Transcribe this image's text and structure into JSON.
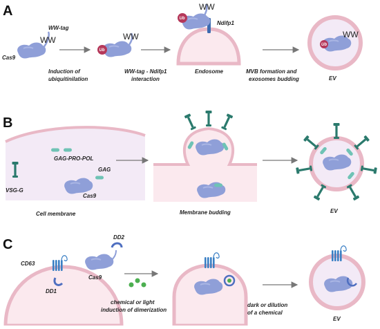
{
  "panels": {
    "a": {
      "letter": "A",
      "cas9": "Cas9",
      "ww_tag": "WW-tag",
      "ww": "WW",
      "ub": "Ub",
      "ndifp1": "Ndifp1",
      "step1": [
        "Induction of",
        "ubiquitinilation"
      ],
      "step2": [
        "WW-tag - Ndifp1",
        "interaction"
      ],
      "endosome": "Endosome",
      "step3": [
        "MVB formation and",
        "exosomes budding"
      ],
      "ev": "EV"
    },
    "b": {
      "letter": "B",
      "gag_pro_pol": "GAG-PRO-POL",
      "gag": "GAG",
      "vsvg": "VSG-G",
      "cas9": "Cas9",
      "cell_membrane": "Cell membrane",
      "membrane_budding": "Membrane budding",
      "ev": "EV"
    },
    "c": {
      "letter": "C",
      "cd63": "CD63",
      "dd1": "DD1",
      "dd2": "DD2",
      "cas9": "Cas9",
      "step1": [
        "chemical or light",
        "induction of  dimerization"
      ],
      "step2": [
        "dark or dilution",
        "of a chemical"
      ],
      "ev": "EV"
    }
  },
  "colors": {
    "cas9": "#8f9fd8",
    "membrane": "#e9b8c6",
    "cytoplasm": "#fbe9ee",
    "cell_interior_b": "#f3eaf6",
    "ub": "#b5385a",
    "ndifp1": "#3d6bb0",
    "vsvg": "#2b7a6d",
    "gag": "#6fc3b5",
    "cd63": "#3a7fc4",
    "dimerizer": "#4caf50",
    "arrow": "#777777"
  }
}
